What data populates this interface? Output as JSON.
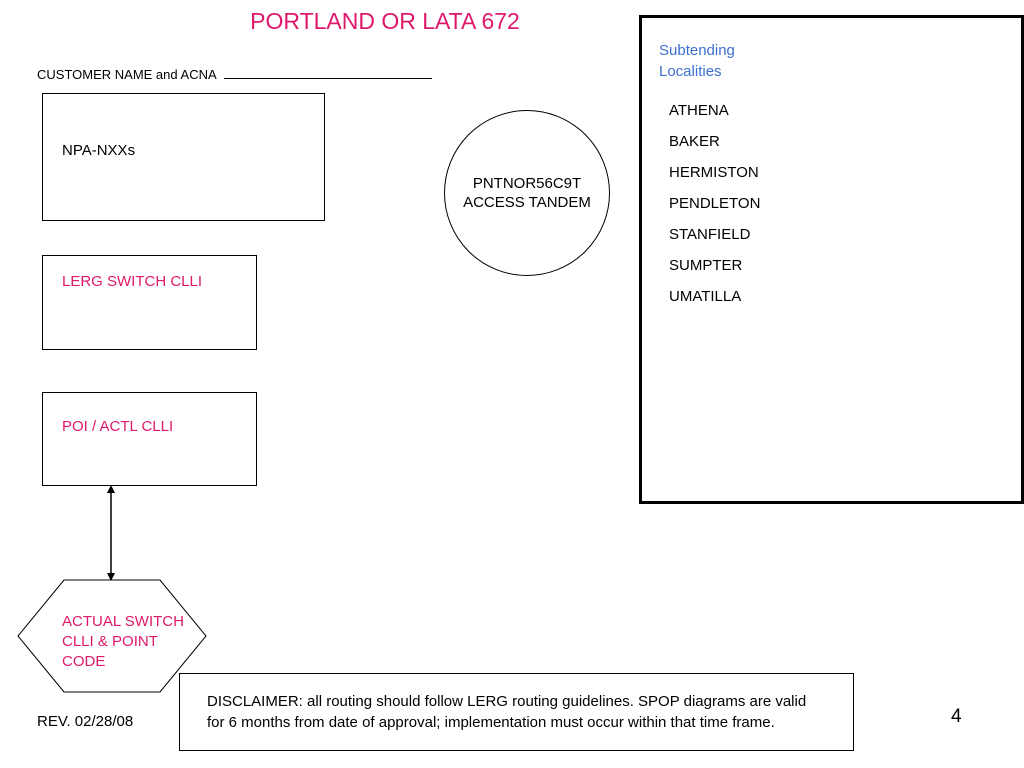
{
  "title": "PORTLAND OR LATA 672",
  "customer_label": "CUSTOMER NAME and ACNA",
  "npa_box": {
    "label": "NPA-NXXs"
  },
  "lerg_box": {
    "label": "LERG SWITCH CLLI"
  },
  "poi_box": {
    "label": "POI / ACTL CLLI"
  },
  "actual_switch": {
    "label": "ACTUAL SWITCH CLLI & POINT CODE"
  },
  "tandem": {
    "clli": "PNTNOR56C9T",
    "type": "ACCESS TANDEM"
  },
  "localities": {
    "heading": "Subtending Localities",
    "items": [
      "ATHENA",
      "BAKER",
      "HERMISTON",
      "PENDLETON",
      "STANFIELD",
      "SUMPTER",
      "UMATILLA"
    ]
  },
  "disclaimer": "DISCLAIMER: all routing should follow LERG routing guidelines. SPOP diagrams are valid for 6 months from date of approval; implementation must occur within that time frame.",
  "revision": "REV. 02/28/08",
  "page_number": "4",
  "colors": {
    "title": "#e0186c",
    "highlight_label": "#e0186c",
    "localities_heading": "#3b6fd1"
  }
}
